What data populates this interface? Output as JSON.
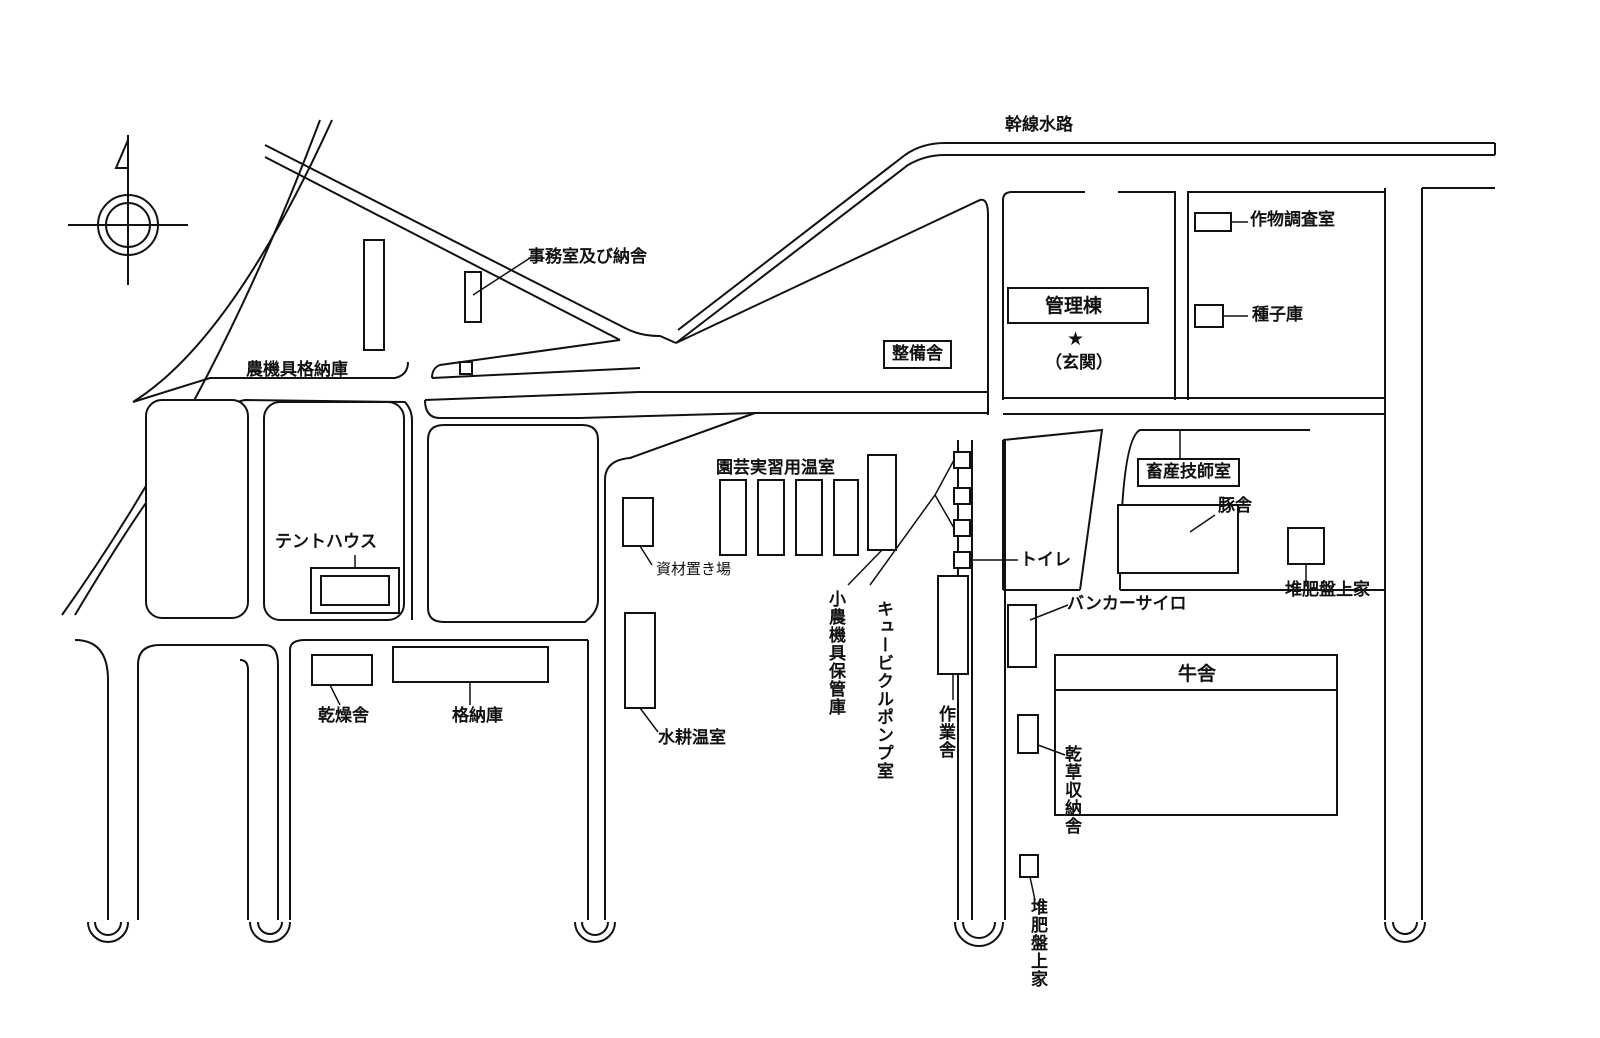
{
  "map": {
    "canal_label": "幹線水路",
    "compass": {
      "symbol": "north-arrow"
    },
    "labels": {
      "office_storage": "事務室及び納舎",
      "farm_equipment_storage": "農機具格納庫",
      "tent_house": "テントハウス",
      "drying_house": "乾燥舎",
      "storage": "格納庫",
      "materials_area": "資材置き場",
      "hydroponic_greenhouse": "水耕温室",
      "horticulture_greenhouse": "園芸実習用温室",
      "small_equipment_storage": "小農機具保管庫",
      "cubicle_pump_room": "キュービクルポンプ室",
      "work_house": "作業舎",
      "toilet": "トイレ",
      "maintenance_house": "整備舎",
      "admin_building": "管理棟",
      "entrance_star": "★",
      "entrance": "（玄関）",
      "crop_survey_room": "作物調査室",
      "seed_storage": "種子庫",
      "livestock_tech_room": "畜産技師室",
      "pig_house": "豚舎",
      "compost_shed_right": "堆肥盤上家",
      "bunker_silo": "バンカーサイロ",
      "cattle_barn": "牛舎",
      "hay_storage": "乾草収納舎",
      "compost_shed_bottom": "堆肥盤上家"
    }
  }
}
